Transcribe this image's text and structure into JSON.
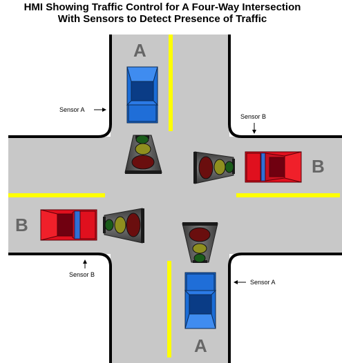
{
  "title": {
    "line1": "HMI Showing Traffic Control for A Four-Way Intersection",
    "line2": "With Sensors to Detect Presence of Traffic"
  },
  "roads": {
    "north_label": "A",
    "south_label": "A",
    "east_label": "B",
    "west_label": "B"
  },
  "sensors": {
    "north": "Sensor A",
    "east": "Sensor B",
    "west": "Sensor B",
    "south": "Sensor A"
  },
  "vehicles": [
    {
      "road": "A",
      "approach": "north",
      "color": "blue"
    },
    {
      "road": "A",
      "approach": "south",
      "color": "blue"
    },
    {
      "road": "B",
      "approach": "east",
      "color": "red"
    },
    {
      "road": "B",
      "approach": "west",
      "color": "red"
    }
  ],
  "colors": {
    "road": "#c8c8c8",
    "curb": "#000000",
    "lane_line": "#ffff00",
    "blue_car": "#1a6cd6",
    "red_car": "#e0101e",
    "signal_red_off": "#6a0e0e",
    "signal_yellow_off": "#8f8f1f",
    "signal_green_off": "#1a5c1a"
  },
  "signals": [
    {
      "faces": "north",
      "red": "off",
      "yellow": "off",
      "green": "off"
    },
    {
      "faces": "east",
      "red": "off",
      "yellow": "off",
      "green": "off"
    },
    {
      "faces": "west",
      "red": "off",
      "yellow": "off",
      "green": "off"
    },
    {
      "faces": "south",
      "red": "off",
      "yellow": "off",
      "green": "off"
    }
  ]
}
